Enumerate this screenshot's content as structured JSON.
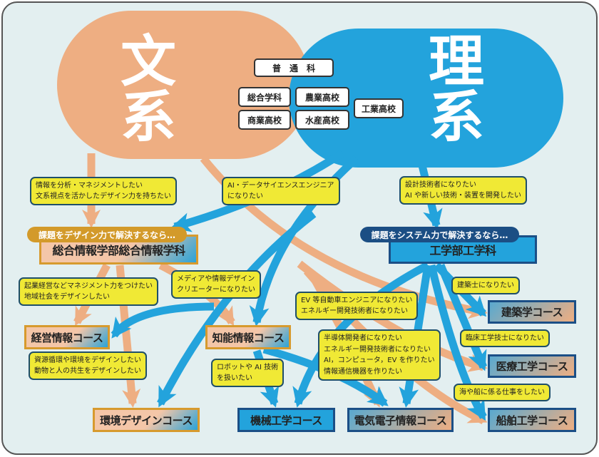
{
  "title_bunkei": "文系",
  "title_rikei": "理系",
  "schools": {
    "futsuka": "普　通　科",
    "sogo": "総合学科",
    "nogyo": "農業高校",
    "shogyo": "商業高校",
    "suisan": "水産高校",
    "kogyo": "工業高校"
  },
  "callouts": {
    "info_analysis": [
      "情報を分析・マネジメントしたい",
      "文系視点を活かしたデザイン力を持ちたい"
    ],
    "ai_data": [
      "AI・データサイエンスエンジニア",
      "になりたい"
    ],
    "design_eng": [
      "設計技術者になりたい",
      "AI や新しい技術・装置を開発したい"
    ],
    "management": [
      "起業経営などマネジメント力をつけたい",
      "地域社会をデザインしたい"
    ],
    "media": [
      "メディアや情報デザイン",
      "クリエーターになりたい"
    ],
    "ev": [
      "EV 等自動車エンジニアになりたい",
      "エネルギー開発技術者になりたい"
    ],
    "architect": [
      "建築士になりたい"
    ],
    "semiconductor": [
      "半導体開発者になりたい",
      "エネルギー開発技術者になりたい",
      "AI，コンピュータ，EV を作りたい",
      "情報通信機器を作りたい"
    ],
    "clinical": [
      "臨床工学技士になりたい"
    ],
    "environment": [
      "資源循環や環境をデザインしたい",
      "動物と人の共生をデザインしたい"
    ],
    "robot": [
      "ロボットや AI 技術",
      "を扱いたい"
    ],
    "marine": [
      "海や船に係る仕事をしたい"
    ]
  },
  "faculties": {
    "design_tag": "課題をデザイン力で解決するなら…",
    "design_name": "総合情報学部総合情報学科",
    "system_tag": "課題をシステム力で解決するなら…",
    "system_name": "工学部工学科"
  },
  "courses": {
    "keiei": "経営情報コース",
    "chino": "知能情報コース",
    "kankyo": "環境デザインコース",
    "kikai": "機械工学コース",
    "denki": "電気電子情報コース",
    "kenchiku": "建築学コース",
    "iryo": "医療工学コース",
    "senpaku": "船舶工学コース"
  },
  "colors": {
    "bunkei": "#eeae82",
    "rikei": "#23a3dc",
    "callout": "#f0e935",
    "design_tag": "#d39a2a",
    "system_tag": "#1b4e84"
  }
}
